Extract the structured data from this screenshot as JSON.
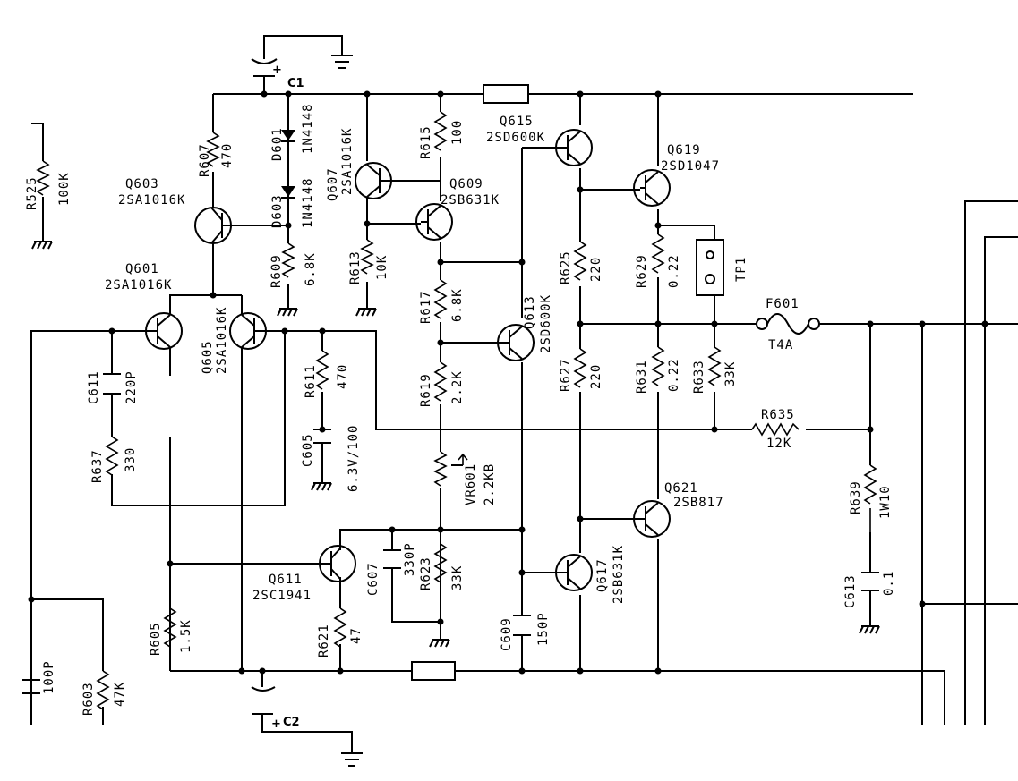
{
  "capacitor_labels": {
    "c1": "C1",
    "c2": "C2",
    "c605": "C605",
    "c605_val": "6.3V/100",
    "c607": "C607",
    "c607_val": "330P",
    "c609": "C609",
    "c609_val": "150P",
    "c611": "C611",
    "c611_val": "220P",
    "c613": "C613",
    "c613_val": "0.1",
    "c_left_val": "100P"
  },
  "resistor_labels": {
    "r525": "R525",
    "r525_val": "100K",
    "r603": "R603",
    "r603_val": "47K",
    "r605": "R605",
    "r605_val": "1.5K",
    "r607": "R607",
    "r607_val": "470",
    "r609": "R609",
    "r609_val": "6.8K",
    "r611": "R611",
    "r611_val": "470",
    "r613": "R613",
    "r613_val": "10K",
    "r615": "R615",
    "r615_val": "100",
    "r617": "R617",
    "r617_val": "6.8K",
    "r619": "R619",
    "r619_val": "2.2K",
    "r621": "R621",
    "r621_val": "47",
    "r623": "R623",
    "r623_val": "33K",
    "r625": "R625",
    "r625_val": "220",
    "r627": "R627",
    "r627_val": "220",
    "r629": "R629",
    "r629_val": "0.22",
    "r631": "R631",
    "r631_val": "0.22",
    "r633": "R633",
    "r633_val": "33K",
    "r635": "R635",
    "r635_val": "12K",
    "r637": "R637",
    "r637_val": "330",
    "r639": "R639",
    "r639_val": "1W10",
    "vr601": "VR601",
    "vr601_val": "2.2KB"
  },
  "transistor_labels": {
    "q601": "Q601",
    "q601_type": "2SA1016K",
    "q603": "Q603",
    "q603_type": "2SA1016K",
    "q605": "Q605",
    "q605_type": "2SA1016K",
    "q607": "Q607",
    "q607_type": "2SA1016K",
    "q609": "Q609",
    "q609_type": "2SB631K",
    "q611": "Q611",
    "q611_type": "2SC1941",
    "q613": "Q613",
    "q613_type": "2SD600K",
    "q615": "Q615",
    "q615_type": "2SD600K",
    "q617": "Q617",
    "q617_type": "2SB631K",
    "q619": "Q619",
    "q619_type": "2SD1047",
    "q621": "Q621",
    "q621_type": "2SB817"
  },
  "diode_labels": {
    "d601": "D601",
    "d601_type": "1N4148",
    "d603": "D603",
    "d603_type": "1N4148"
  },
  "other_labels": {
    "f601": "F601",
    "f601_val": "T4A",
    "tp1": "TP1"
  }
}
